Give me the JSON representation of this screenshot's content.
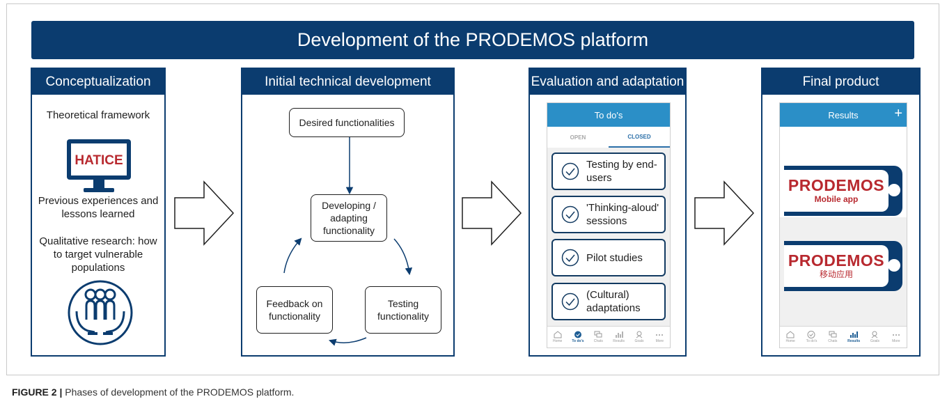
{
  "title": "Development of the PRODEMOS platform",
  "phases": {
    "conceptualization": {
      "header": "Conceptualization",
      "theoretical": "Theoretical framework",
      "monitor_label": "HATICE",
      "previous": "Previous experiences and lessons learned",
      "qualitative": "Qualitative research: how to target vulnerable populations"
    },
    "technical": {
      "header": "Initial technical development",
      "desired": "Desired functionalities",
      "developing": "Developing / adapting functionality",
      "testing": "Testing functionality",
      "feedback": "Feedback on functionality"
    },
    "evaluation": {
      "header": "Evaluation and adaptation",
      "app_title": "To do's",
      "tab_open": "OPEN",
      "tab_closed": "CLOSED",
      "items": [
        "Testing by end-users",
        "'Thinking-aloud' sessions",
        "Pilot studies",
        "(Cultural) adaptations"
      ],
      "nav": [
        "Home",
        "To do's",
        "Chats",
        "Results",
        "Goals",
        "More"
      ]
    },
    "final": {
      "header": "Final product",
      "app_title": "Results",
      "plus": "+",
      "brand": "PRODEMOS",
      "sub_en": "Mobile app",
      "sub_zh": "移动应用",
      "nav": [
        "Home",
        "To do's",
        "Chats",
        "Results",
        "Goals",
        "More"
      ]
    }
  },
  "caption": {
    "label": "FIGURE 2 |",
    "text": " Phases of development of the PRODEMOS platform."
  },
  "colors": {
    "navy": "#0b3c6f",
    "app_blue": "#2b8fc7",
    "brand_red": "#b8292f"
  }
}
